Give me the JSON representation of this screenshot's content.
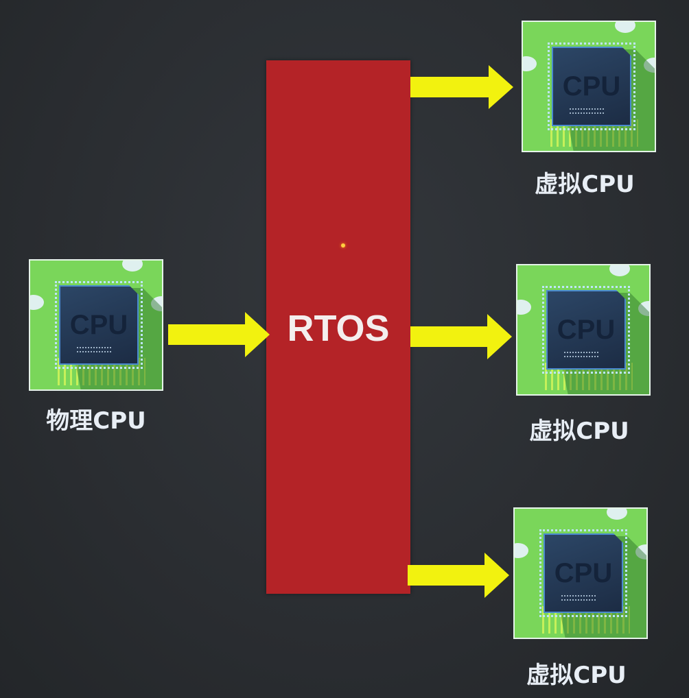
{
  "diagram": {
    "center": {
      "label": "RTOS",
      "color": "#b42327"
    },
    "arrow_color": "#f2f20f",
    "chip_text": "CPU",
    "physical": {
      "label": "物理CPU"
    },
    "virtual": [
      {
        "label": "虚拟CPU"
      },
      {
        "label": "虚拟CPU"
      },
      {
        "label": "虚拟CPU"
      }
    ]
  }
}
